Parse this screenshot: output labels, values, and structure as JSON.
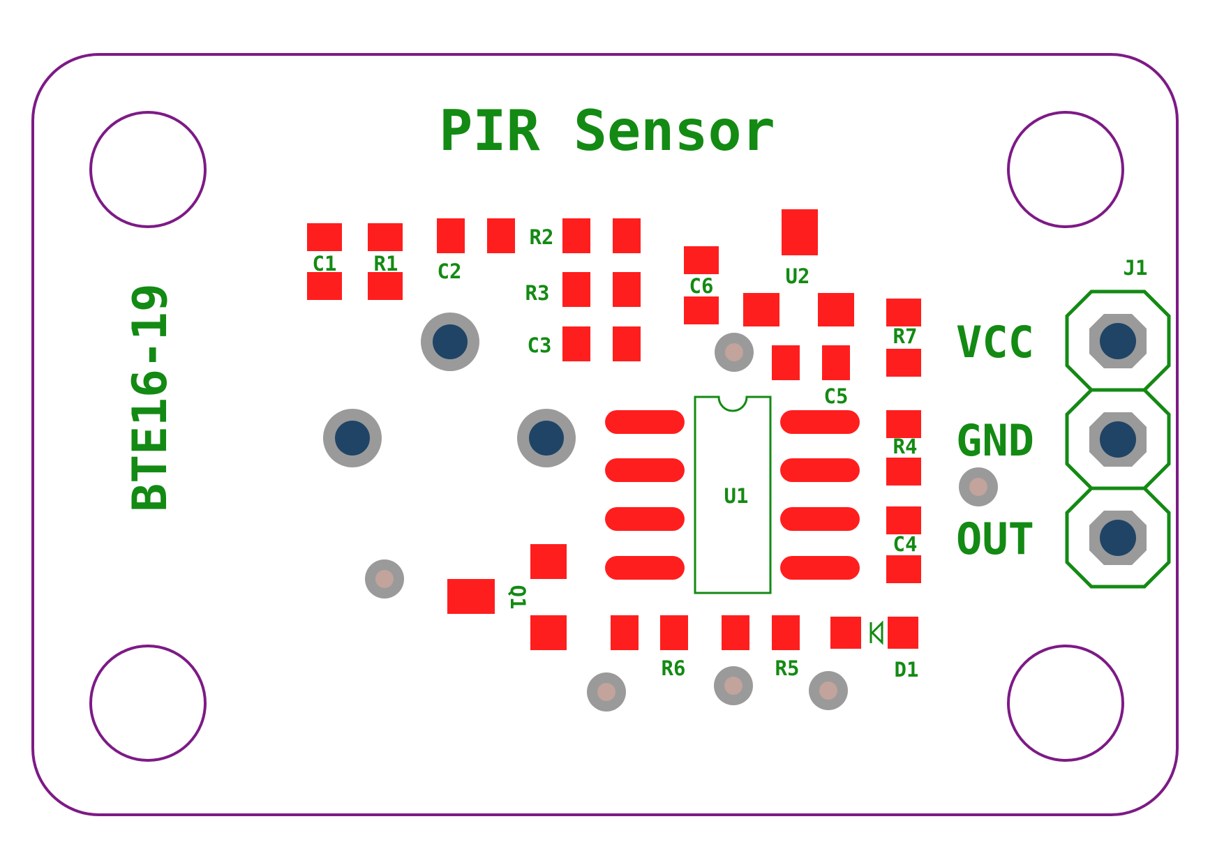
{
  "title": "PIR Sensor",
  "board_id": "BTE16-19",
  "colors": {
    "outline": "#7d1a86",
    "silkscreen": "#138a13",
    "pad": "#ff1e1e",
    "via_ring": "#9a9a9a",
    "via_core": "#1f4466",
    "via_small": "#c2a49c"
  },
  "designators": {
    "c1": "C1",
    "r1": "R1",
    "c2": "C2",
    "r2": "R2",
    "r3": "R3",
    "c3": "C3",
    "c6": "C6",
    "u2": "U2",
    "r7": "R7",
    "c5": "C5",
    "r4": "R4",
    "c4": "C4",
    "u1": "U1",
    "q1": "Q1",
    "r6": "R6",
    "r5": "R5",
    "d1": "D1",
    "j1": "J1"
  },
  "pins": {
    "vcc": "VCC",
    "gnd": "GND",
    "out": "OUT"
  }
}
